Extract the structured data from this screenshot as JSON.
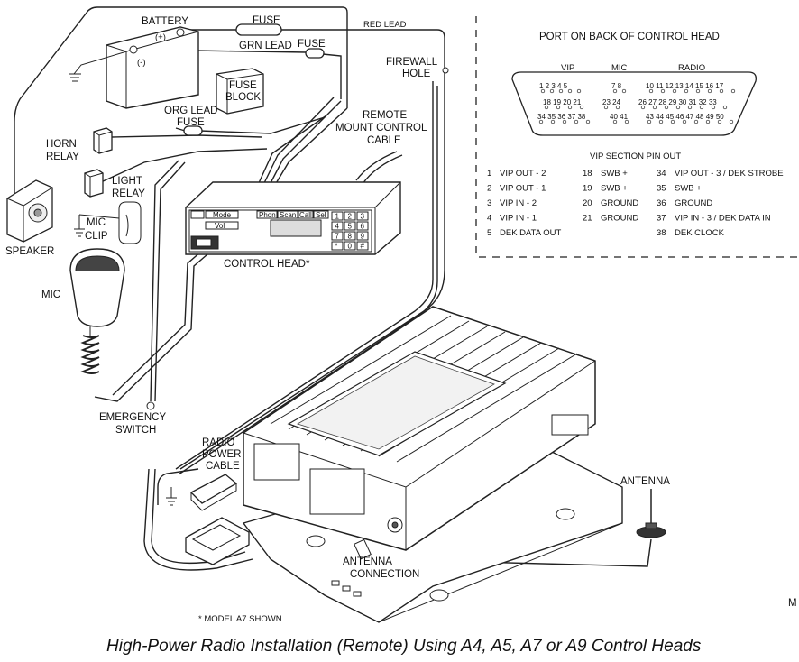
{
  "labels": {
    "battery": "BATTERY",
    "plus": "(+)",
    "minus": "(-)",
    "fuse_top": "FUSE",
    "red_lead": "RED LEAD",
    "grn_lead": "GRN LEAD",
    "fuse_grn": "FUSE",
    "fuse_block_1": "FUSE",
    "fuse_block_2": "BLOCK",
    "org_lead": "ORG LEAD",
    "fuse_org": "FUSE",
    "firewall_1": "FIREWALL",
    "firewall_2": "HOLE",
    "remote_1": "REMOTE",
    "remote_2": "MOUNT CONTROL",
    "remote_3": "CABLE",
    "horn_1": "HORN",
    "horn_2": "RELAY",
    "light_1": "LIGHT",
    "light_2": "RELAY",
    "mic_clip_1": "MIC",
    "mic_clip_2": "CLIP",
    "speaker": "SPEAKER",
    "mic": "MIC",
    "control_head": "CONTROL HEAD*",
    "emergency_1": "EMERGENCY",
    "emergency_2": "SWITCH",
    "radio_power_1": "RADIO",
    "radio_power_2": "POWER",
    "radio_power_3": "CABLE",
    "antenna": "ANTENNA",
    "antenna_conn_1": "ANTENNA",
    "antenna_conn_2": "CONNECTION",
    "model_note": "* MODEL A7 SHOWN",
    "corner_mark": "M"
  },
  "control_head_keys": {
    "mode": "Mode",
    "vol": "Vol",
    "phon": "Phon",
    "scan": "Scan",
    "call": "Call",
    "sel": "Sel",
    "digits": [
      "1",
      "2",
      "3",
      "4",
      "5",
      "6",
      "7",
      "8",
      "9",
      "*",
      "0",
      "#"
    ]
  },
  "port": {
    "title": "PORT ON BACK OF CONTROL HEAD",
    "group_vip": "VIP",
    "group_mic": "MIC",
    "group_radio": "RADIO",
    "row1_vip": "1 2 3 4 5",
    "row1_mic": "7 8",
    "row1_radio": "10 11 12 13 14 15 16 17",
    "row2_vip": "18 19 20 21",
    "row2_mic": "23 24",
    "row2_radio": "26 27 28 29 30 31 32 33",
    "row3_vip": "34 35 36 37 38",
    "row3_mic": "40 41",
    "row3_radio": "43 44 45 46 47 48 49 50"
  },
  "pinout": {
    "title": "VIP SECTION PIN OUT",
    "col1": [
      {
        "num": "1",
        "name": "VIP OUT - 2"
      },
      {
        "num": "2",
        "name": "VIP OUT - 1"
      },
      {
        "num": "3",
        "name": "VIP IN - 2"
      },
      {
        "num": "4",
        "name": "VIP IN - 1"
      },
      {
        "num": "5",
        "name": "DEK DATA OUT"
      }
    ],
    "col2": [
      {
        "num": "18",
        "name": "SWB +"
      },
      {
        "num": "19",
        "name": "SWB +"
      },
      {
        "num": "20",
        "name": "GROUND"
      },
      {
        "num": "21",
        "name": "GROUND"
      }
    ],
    "col3": [
      {
        "num": "34",
        "name": "VIP OUT - 3 / DEK STROBE"
      },
      {
        "num": "35",
        "name": "SWB +"
      },
      {
        "num": "36",
        "name": "GROUND"
      },
      {
        "num": "37",
        "name": "VIP IN - 3 / DEK DATA IN"
      },
      {
        "num": "38",
        "name": "DEK CLOCK"
      }
    ]
  },
  "caption": "High-Power Radio Installation (Remote) Using A4, A5, A7 or A9 Control Heads"
}
